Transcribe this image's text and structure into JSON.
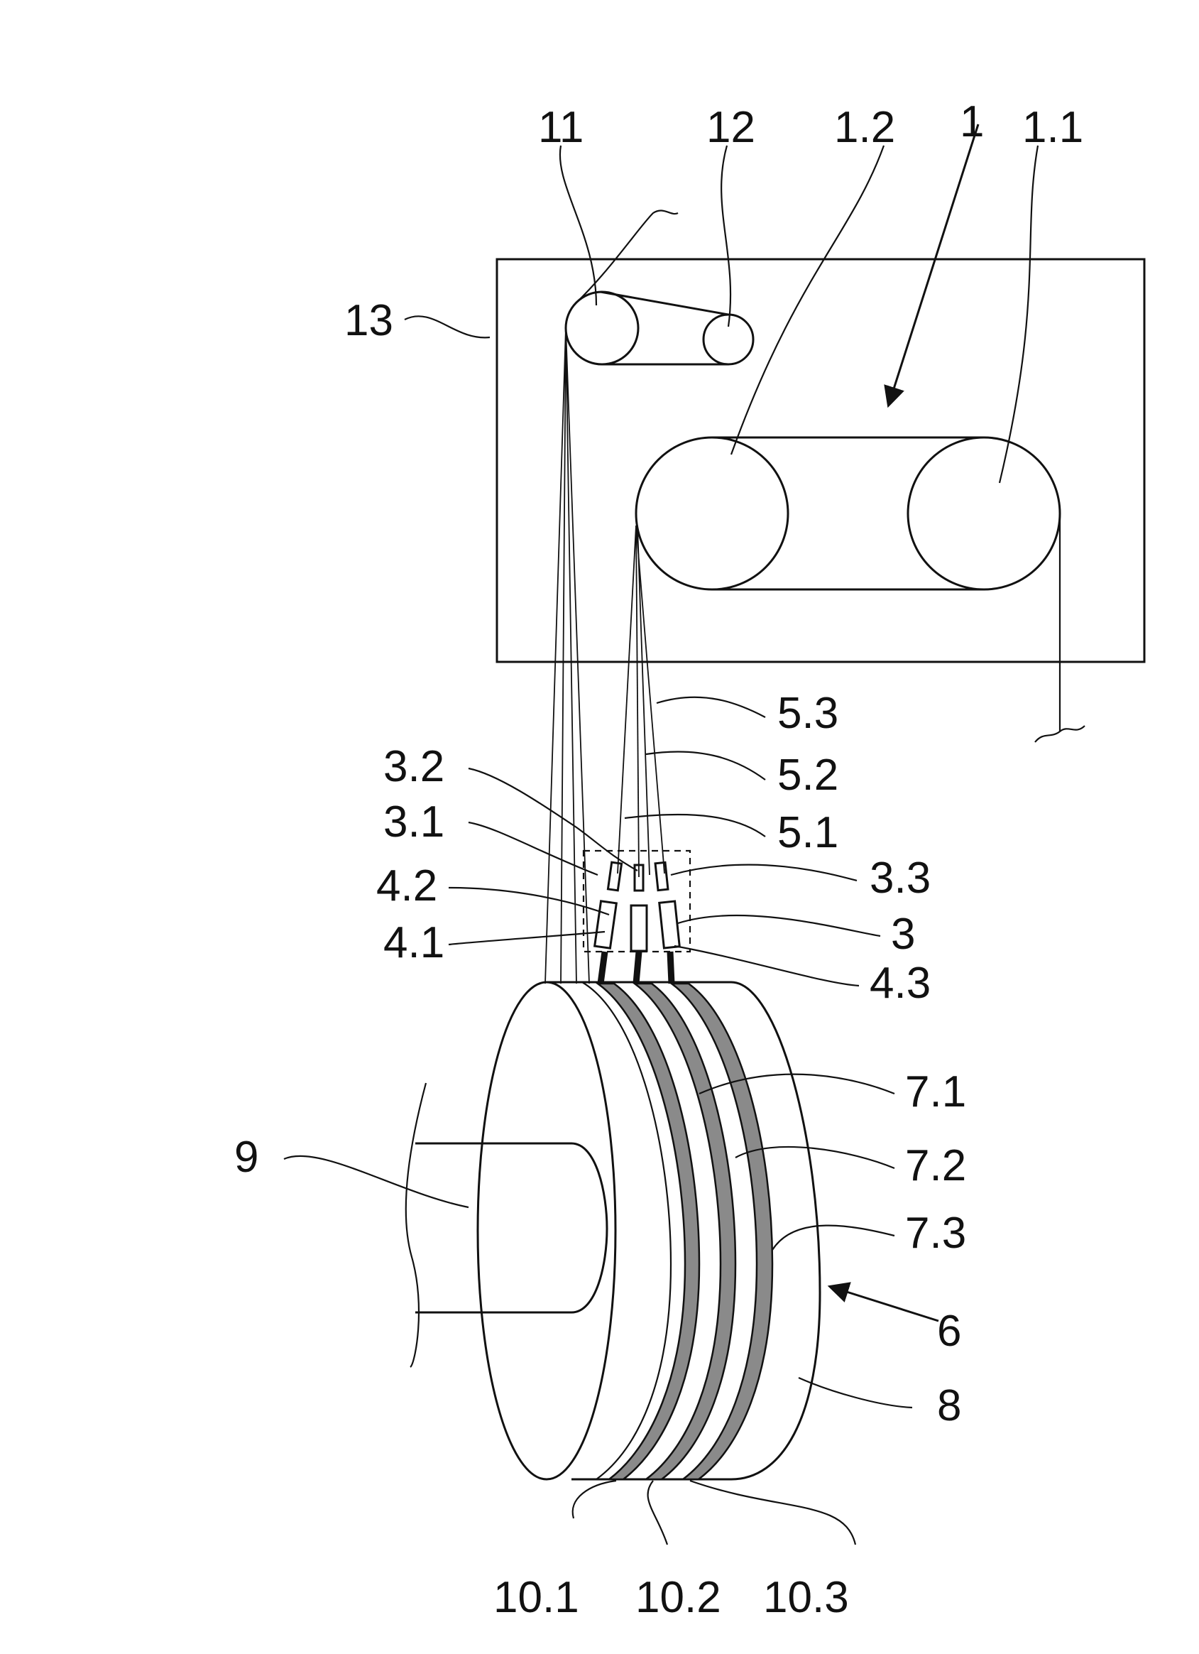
{
  "labels": {
    "l11": "11",
    "l12": "12",
    "l1_2": "1.2",
    "l1": "1",
    "l1_1": "1.1",
    "l13": "13",
    "l5_3": "5.3",
    "l5_2": "5.2",
    "l5_1": "5.1",
    "l3_2": "3.2",
    "l3_1": "3.1",
    "l3_3": "3.3",
    "l4_2": "4.2",
    "l3": "3",
    "l4_1": "4.1",
    "l4_3": "4.3",
    "l7_1": "7.1",
    "l7_2": "7.2",
    "l7_3": "7.3",
    "l9": "9",
    "l6": "6",
    "l8": "8",
    "l10_1": "10.1",
    "l10_2": "10.2",
    "l10_3": "10.3"
  }
}
